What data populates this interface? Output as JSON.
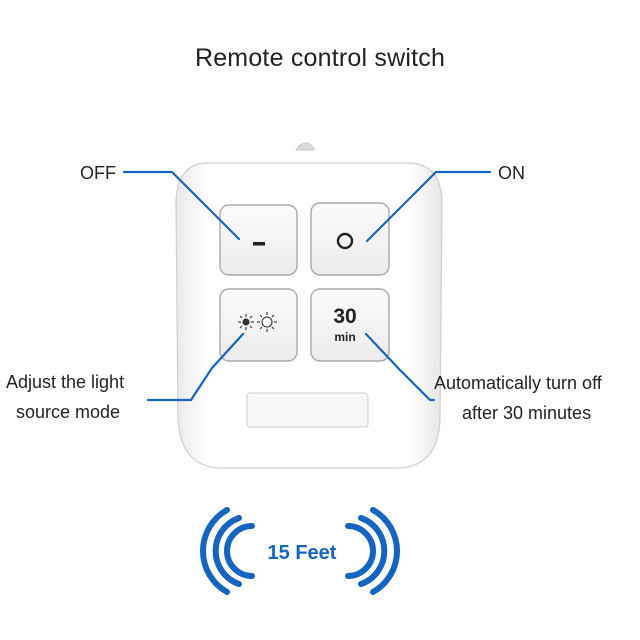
{
  "title": "Remote control switch",
  "labels": {
    "off": "OFF",
    "on": "ON",
    "mode_line1": "Adjust the light",
    "mode_line2": "source mode",
    "timer_line1": "Automatically turn off",
    "timer_line2": "after 30 minutes"
  },
  "buttons": {
    "timer_value": "30",
    "timer_unit": "min"
  },
  "range": {
    "label": "15 Feet"
  },
  "colors": {
    "accent": "#1565c0",
    "remote_body": "#ffffff",
    "button_face": "#f2f2f2"
  },
  "icons": {
    "off_button": "minus-icon",
    "on_button": "circle-icon",
    "mode_button": "light-mode-icon",
    "signal": "wireless-signal-icon"
  }
}
